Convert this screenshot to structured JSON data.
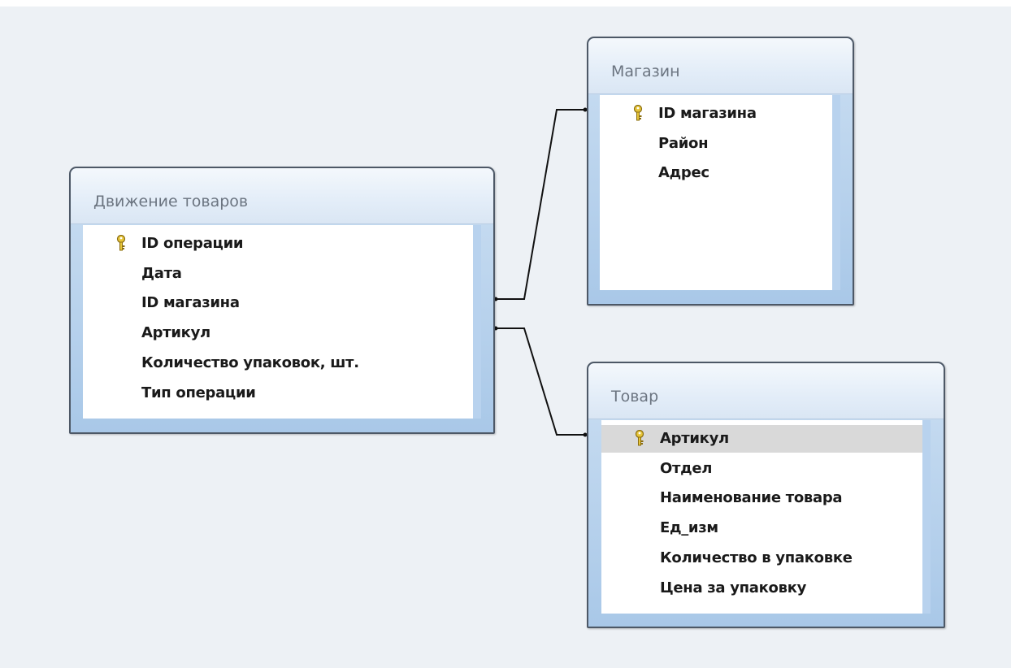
{
  "tables": [
    {
      "title": "Движение товаров",
      "fields": [
        {
          "name": "ID операции",
          "key": true
        },
        {
          "name": "Дата",
          "key": false
        },
        {
          "name": "ID магазина",
          "key": false
        },
        {
          "name": "Артикул",
          "key": false
        },
        {
          "name": "Количество упаковок, шт.",
          "key": false
        },
        {
          "name": "Тип операции",
          "key": false
        }
      ]
    },
    {
      "title": "Магазин",
      "fields": [
        {
          "name": "ID магазина",
          "key": true
        },
        {
          "name": "Район",
          "key": false
        },
        {
          "name": "Адрес",
          "key": false
        }
      ]
    },
    {
      "title": "Товар",
      "selected_field": "Артикул",
      "fields": [
        {
          "name": "Артикул",
          "key": true
        },
        {
          "name": "Отдел",
          "key": false
        },
        {
          "name": "Наименование товара",
          "key": false
        },
        {
          "name": "Ед_изм",
          "key": false
        },
        {
          "name": "Количество в упаковке",
          "key": false
        },
        {
          "name": "Цена за упаковку",
          "key": false
        }
      ]
    }
  ],
  "relationships": [
    {
      "from": "Движение товаров.ID магазина",
      "to": "Магазин.ID магазина"
    },
    {
      "from": "Движение товаров.Артикул",
      "to": "Товар.Артикул"
    }
  ],
  "colors": {
    "background": "#edf1f5",
    "border": "#4d5866",
    "frame": "#b8d2ee",
    "key_icon": "#d9b82a"
  }
}
